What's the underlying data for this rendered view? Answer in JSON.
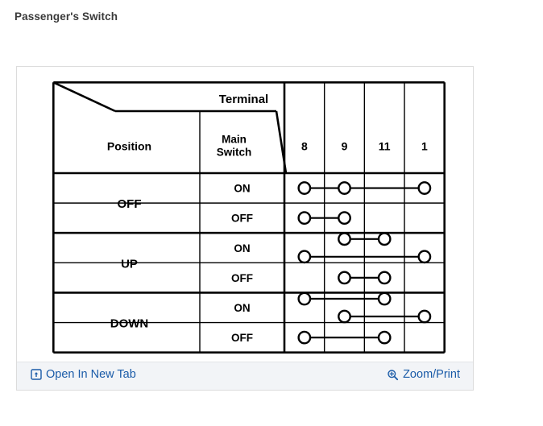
{
  "page": {
    "title": "Passenger's Switch"
  },
  "table": {
    "corner_left_label": "Position",
    "corner_top_label": "Terminal",
    "corner_mid_label_line1": "Main",
    "corner_mid_label_line2": "Switch",
    "terminals": [
      "8",
      "9",
      "11",
      "1"
    ],
    "rows": [
      {
        "position": "OFF",
        "main_switch": "ON",
        "connections": [
          [
            "8",
            "9",
            "1"
          ]
        ]
      },
      {
        "position": "OFF",
        "main_switch": "OFF",
        "connections": [
          [
            "8",
            "9"
          ]
        ]
      },
      {
        "position": "UP",
        "main_switch": "ON",
        "connections": [
          [
            "9",
            "11"
          ],
          [
            "8",
            "1"
          ]
        ]
      },
      {
        "position": "UP",
        "main_switch": "OFF",
        "connections": [
          [
            "9",
            "11"
          ]
        ]
      },
      {
        "position": "DOWN",
        "main_switch": "ON",
        "connections": [
          [
            "8",
            "11"
          ],
          [
            "9",
            "1"
          ]
        ]
      },
      {
        "position": "DOWN",
        "main_switch": "OFF",
        "connections": [
          [
            "8",
            "11"
          ]
        ]
      }
    ]
  },
  "footer": {
    "open_new_tab_label": "Open In New Tab",
    "open_new_tab_icon": "external-link-icon",
    "zoom_print_label": "Zoom/Print",
    "zoom_print_icon": "magnifier-plus-icon"
  },
  "colors": {
    "link": "#1a5ba8",
    "title": "#3a3a3a",
    "footer_bg": "#f2f4f7",
    "card_border": "#dcdcdc",
    "diagram_stroke": "#000000"
  }
}
